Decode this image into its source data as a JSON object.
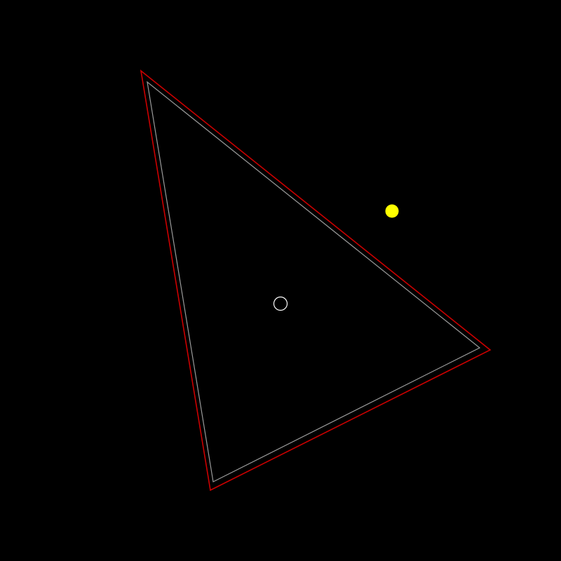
{
  "colors": {
    "background": "#000000",
    "outer_boundary": "#cc0000",
    "inner_boundary": "#9a9a9a",
    "player_ring": "#ffffff",
    "target": "#ffff00"
  },
  "objects": {
    "arena_outer": "triangle-boundary",
    "arena_inner": "triangle-boundary-inset",
    "player": "hollow-circle",
    "target": "yellow-dot"
  }
}
